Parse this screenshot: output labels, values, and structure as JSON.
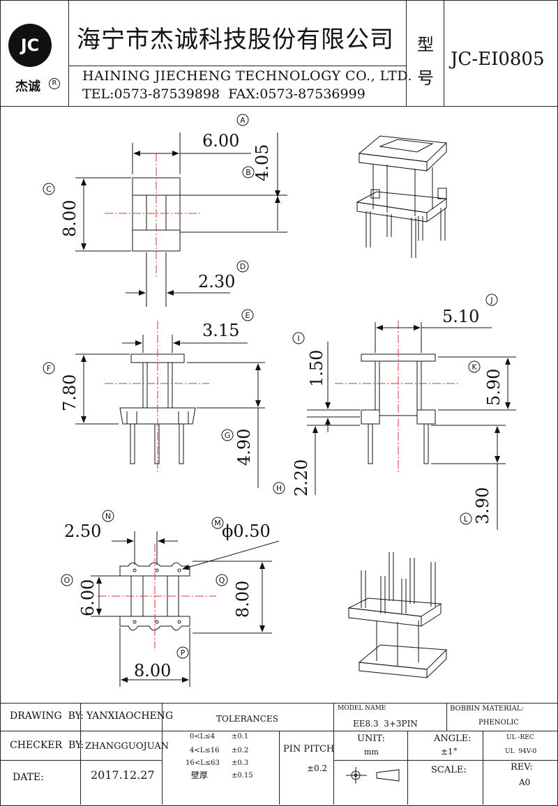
{
  "header": {
    "logo_text": "JC",
    "logo_brand": "杰诚",
    "logo_reg": "R",
    "company_cn": "海宁市杰诚科技股份有限公司",
    "company_en": "HAINING JIECHENG TECHNOLOGY CO., LTD.",
    "contact": "TEL:0573-87539898  FAX:0573-87536999",
    "model_label_1": "型",
    "model_label_2": "号",
    "model_number": "JC-EI0805"
  },
  "dimensions": {
    "a_width": "6.00",
    "b_height": "4.05",
    "c_height": "8.00",
    "d_width": "2.30",
    "e_width": "3.15",
    "f_height": "7.80",
    "g_height": "4.90",
    "i_height": "1.50",
    "j_width": "5.10",
    "k_height": "5.90",
    "h_height": "2.20",
    "l_height": "3.90",
    "n_pitch": "2.50",
    "m_diameter": "ϕ0.50",
    "o_height": "6.00",
    "q_height": "8.00",
    "p_width": "8.00"
  },
  "markers": [
    "A",
    "B",
    "C",
    "D",
    "E",
    "F",
    "G",
    "H",
    "I",
    "J",
    "K",
    "L",
    "M",
    "N",
    "O",
    "P",
    "Q"
  ],
  "title_block": {
    "drawing_label": "DRAWING  BY:",
    "drawing_value": "YANXIAOCHENG",
    "checker_label": "CHECKER  BY:",
    "checker_value": "ZHANGGUOJUAN",
    "date_label": "DATE:",
    "date_value": "2017.12.27",
    "tolerances_label": "TOLERANCES",
    "tol_rows": [
      {
        "range": "0<L≤4",
        "value": "±0.1"
      },
      {
        "range": "4<L≤16",
        "value": "±0.2"
      },
      {
        "range": "16<L≤63",
        "value": "±0.3"
      },
      {
        "range": "壁厚",
        "value": "±0.15"
      }
    ],
    "pin_pitch_label": "PIN PITCH",
    "pin_pitch_value": "±0.2",
    "model_name_label": "MODEL NAME",
    "model_name_value": "EE8.3  3+3PIN",
    "bobbin_label": "BOBBIN MATERIAL:",
    "bobbin_value": "PHENOLIC",
    "unit_label": "UNIT:",
    "unit_value": "mm",
    "angle_label": "ANGLE:",
    "angle_value": "±1°",
    "ul_rec": "UL -REC",
    "ul_94": "UL  94V-0",
    "scale_label": "SCALE:",
    "rev_label": "REV:",
    "rev_value": "A0"
  }
}
